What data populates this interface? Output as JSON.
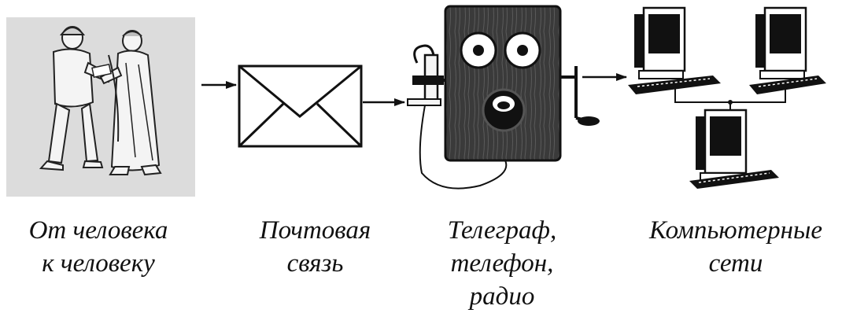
{
  "stages": [
    {
      "id": "people",
      "caption_lines": [
        "От человека",
        "к человеку"
      ],
      "icon": "two-people-icon"
    },
    {
      "id": "mail",
      "caption_lines": [
        "Почтовая",
        "связь"
      ],
      "icon": "envelope-icon"
    },
    {
      "id": "tele",
      "caption_lines": [
        "Телеграф,",
        "телефон,",
        "радио"
      ],
      "icon": "wall-telephone-icon"
    },
    {
      "id": "net",
      "caption_lines": [
        "Компьютерные",
        "сети"
      ],
      "icon": "computer-network-icon"
    }
  ],
  "colors": {
    "panel_background": "#dcdcdc",
    "telephone_wood": "#3a3a3a",
    "line": "#111111"
  }
}
